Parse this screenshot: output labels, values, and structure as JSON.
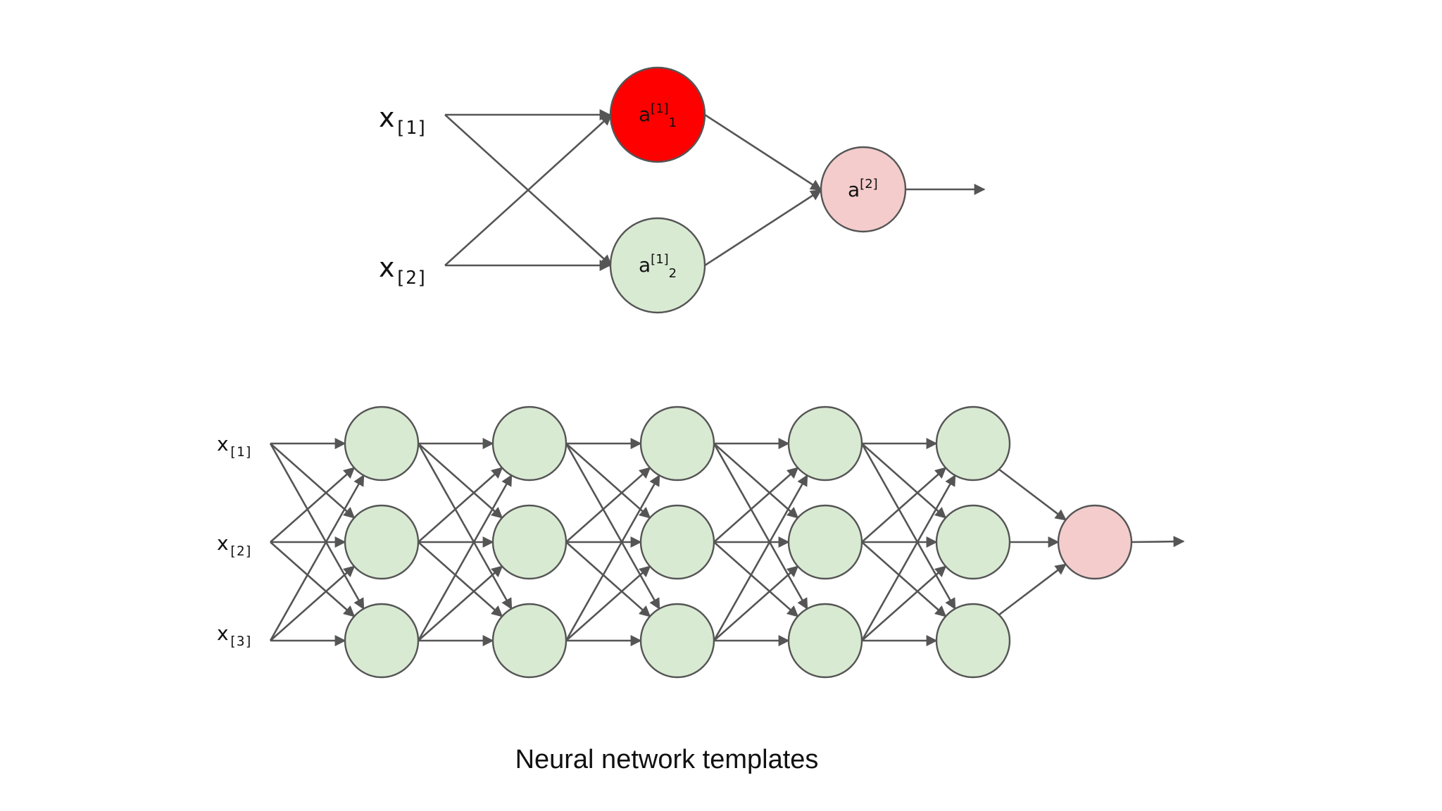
{
  "caption": "Neural network templates",
  "colors": {
    "edge": "#555555",
    "node_default": "#d9ead3",
    "node_highlight": "#ff0000",
    "node_output": "#f4cccc"
  },
  "top_network": {
    "inputs": [
      {
        "base": "x",
        "sub": "[1]"
      },
      {
        "base": "x",
        "sub": "[2]"
      }
    ],
    "hidden_nodes": [
      {
        "base": "a",
        "sup": "[1]",
        "sub": "1",
        "fill": "#ff0000"
      },
      {
        "base": "a",
        "sup": "[1]",
        "sub": "2",
        "fill": "#d9ead3"
      }
    ],
    "output_node": {
      "base": "a",
      "sup": "[2]",
      "fill": "#f4cccc"
    }
  },
  "bottom_network": {
    "inputs": [
      {
        "base": "x",
        "sub": "[1]"
      },
      {
        "base": "x",
        "sub": "[2]"
      },
      {
        "base": "x",
        "sub": "[3]"
      }
    ],
    "hidden_layers": 5,
    "nodes_per_layer": 3,
    "output_nodes": 1
  }
}
